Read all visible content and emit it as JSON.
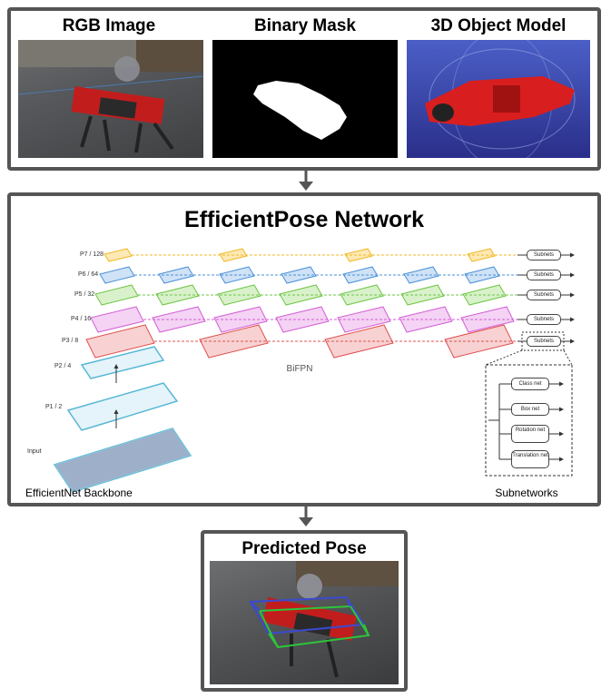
{
  "inputs": {
    "rgb_title": "RGB Image",
    "mask_title": "Binary Mask",
    "model_title": "3D Object Model"
  },
  "network": {
    "title": "EfficientPose Network",
    "bifpn_label": "BiFPN",
    "backbone_label": "EfficientNet Backbone",
    "subnetworks_label": "Subnetworks",
    "input_label": "Input",
    "levels": [
      "P7 / 128",
      "P6 / 64",
      "P5 / 32",
      "P4 / 16",
      "P3 / 8",
      "P2 / 4",
      "P1 / 2"
    ],
    "subnets_label": "Subnets",
    "subnet_items": [
      "Class net",
      "Box net",
      "Rotation net",
      "Translation net"
    ]
  },
  "output": {
    "title": "Predicted Pose"
  },
  "colors": {
    "frame": "#555555",
    "p7": "#f2b824",
    "p6": "#4a90d9",
    "p5": "#6cc644",
    "p4": "#d45fd6",
    "p3": "#e05050",
    "backbone": "#58b7d4"
  }
}
